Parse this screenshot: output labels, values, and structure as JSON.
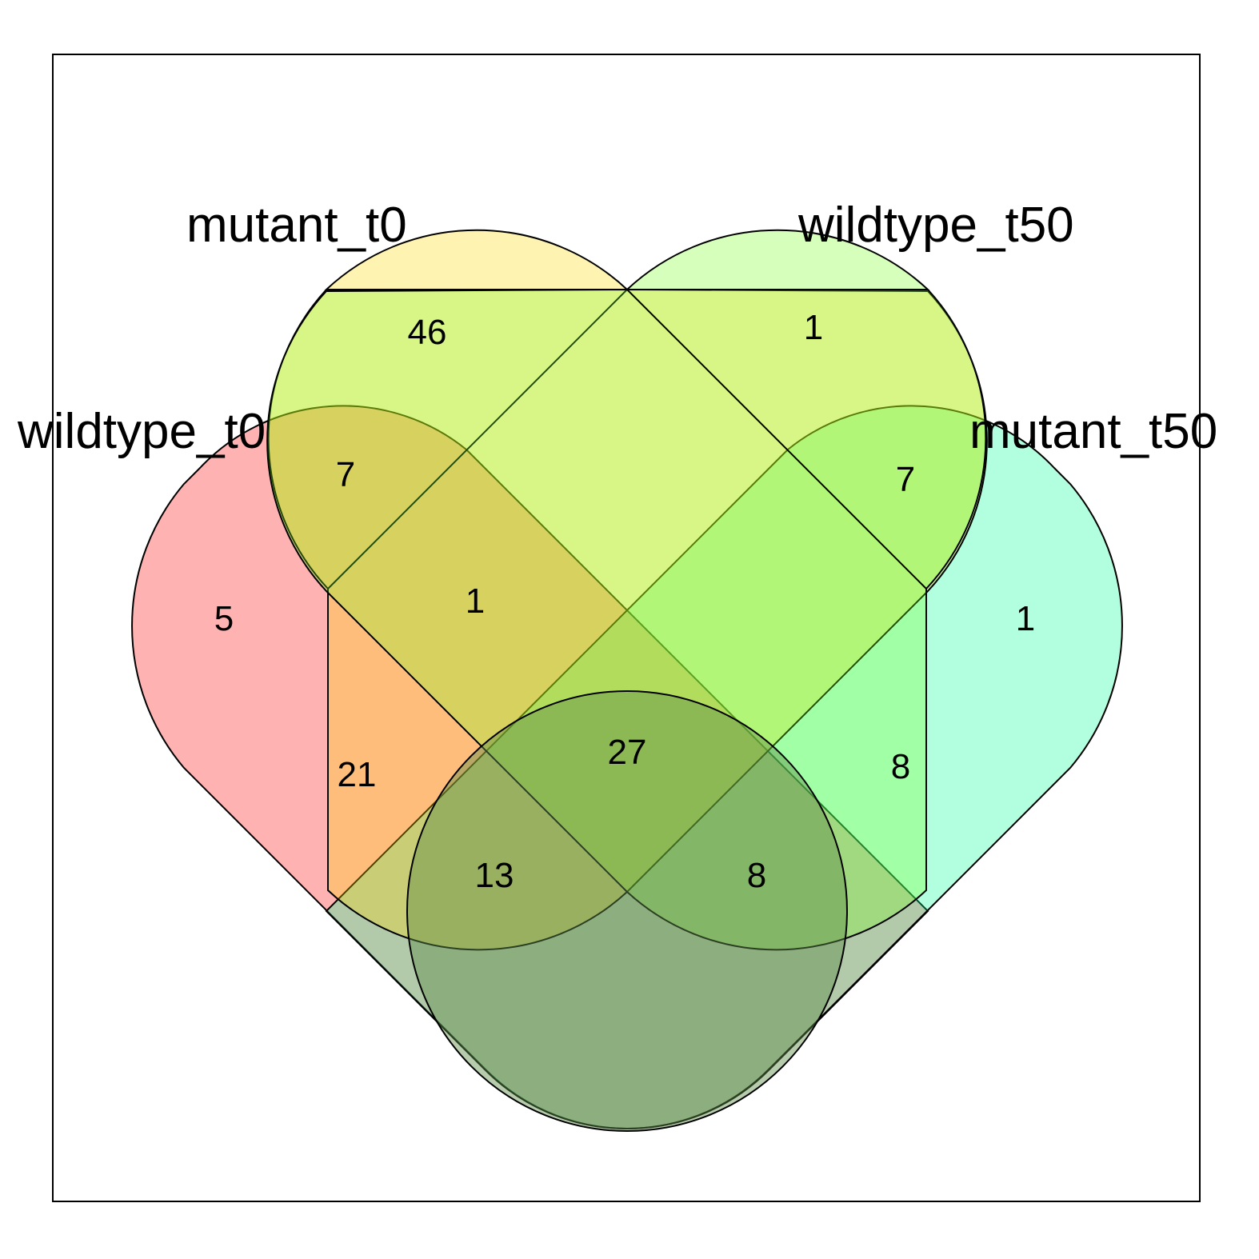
{
  "sets": [
    {
      "id": "wildtype_t0",
      "label": "wildtype_t0",
      "color": "#ff0000"
    },
    {
      "id": "mutant_t0",
      "label": "mutant_t0",
      "color": "#ffd700"
    },
    {
      "id": "wildtype_t50",
      "label": "wildtype_t50",
      "color": "#7cff20"
    },
    {
      "id": "mutant_t50",
      "label": "mutant_t50",
      "color": "#00ff99"
    },
    {
      "id": "set5",
      "label": "",
      "color": "#5f8f4a"
    }
  ],
  "region_counts": {
    "wildtype_t0_only": "5",
    "mutant_t0_only": "46",
    "wildtype_t50_only": "1",
    "mutant_t50_only": "1",
    "wildtype_t0_mutant_t0": "7",
    "mutant_t0_wildtype_t50_upper": "7",
    "center_upper": "1",
    "left_lower": "21",
    "right_lower": "8",
    "center": "27",
    "bottom_left": "13",
    "bottom_right": "8"
  }
}
